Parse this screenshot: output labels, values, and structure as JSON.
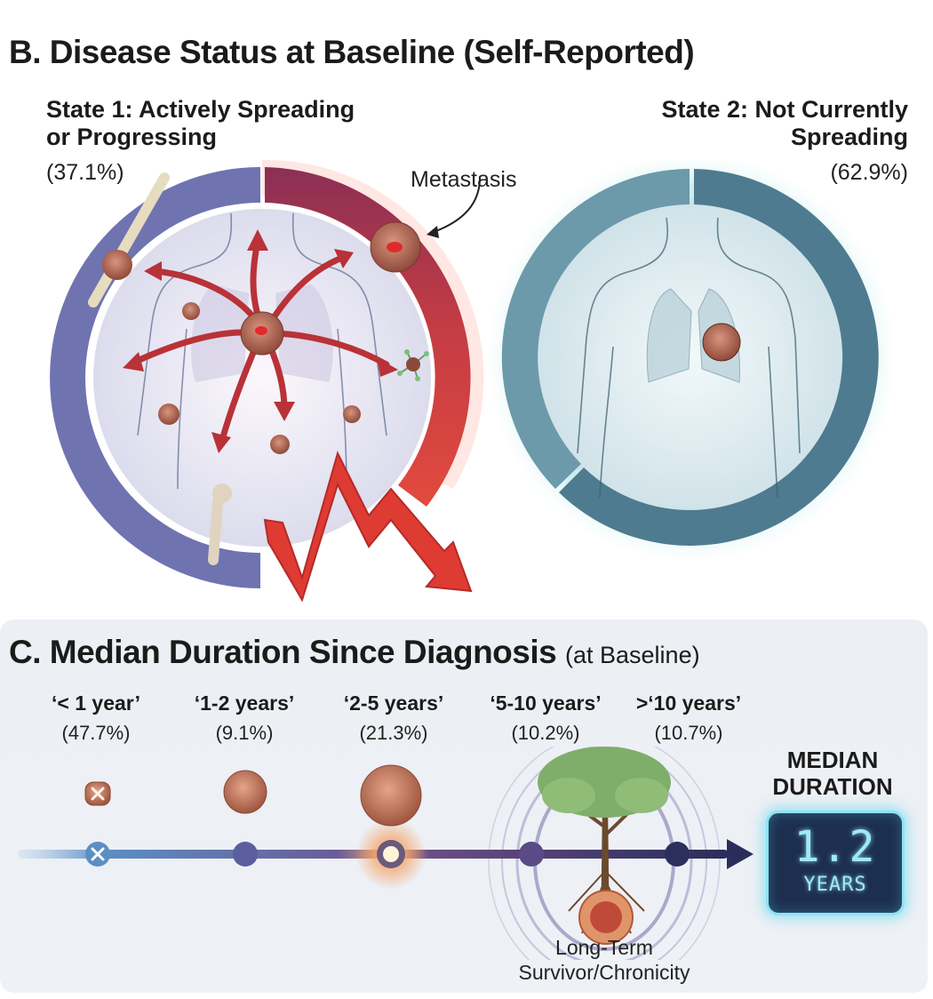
{
  "panel_b": {
    "title": "B. Disease Status at Baseline (Self-Reported)",
    "state1": {
      "title_line1": "State 1: Actively Spreading",
      "title_line2": "or Progressing",
      "percent_label": "(37.1%)",
      "percent": 37.1,
      "annotation": "Metastasis",
      "colors": {
        "ring_left": "#6f73b0",
        "ring_top_right": "#8b2f55",
        "ring_right": "#d9413f",
        "arrow": "#b83238"
      }
    },
    "state2": {
      "title_line1": "State 2: Not Currently",
      "title_line2": "Spreading",
      "percent_label": "(62.9%)",
      "percent": 62.9,
      "colors": {
        "ring_light": "#6c9aab",
        "ring_dark": "#4e7b8f",
        "glow": "#bfe8ea"
      }
    }
  },
  "panel_c": {
    "title_bold": "C. Median Duration Since Diagnosis",
    "title_light": "(at Baseline)",
    "categories": [
      {
        "label": "‘< 1 year’",
        "percent_label": "(47.7%)",
        "percent": 47.7
      },
      {
        "label": "‘1-2 years’",
        "percent_label": "(9.1%)",
        "percent": 9.1
      },
      {
        "label": "‘2-5 years’",
        "percent_label": "(21.3%)",
        "percent": 21.3
      },
      {
        "label": "‘5-10 years’",
        "percent_label": "(10.2%)",
        "percent": 10.2
      },
      {
        "label": ">‘10 years’",
        "percent_label": "(10.7%)",
        "percent": 10.7
      }
    ],
    "median": {
      "label_line1": "MEDIAN",
      "label_line2": "DURATION",
      "value": "1.2",
      "unit": "YEARS"
    },
    "tree_caption_line1": "Long-Term",
    "tree_caption_line2": "Survivor/Chronicity",
    "colors": {
      "timeline_start": "#5b8fc4",
      "timeline_end": "#2a2d5a",
      "highlight": "#f0a060",
      "lcd_bg": "#1d2f4f",
      "lcd_text": "#9fe9f6"
    }
  }
}
